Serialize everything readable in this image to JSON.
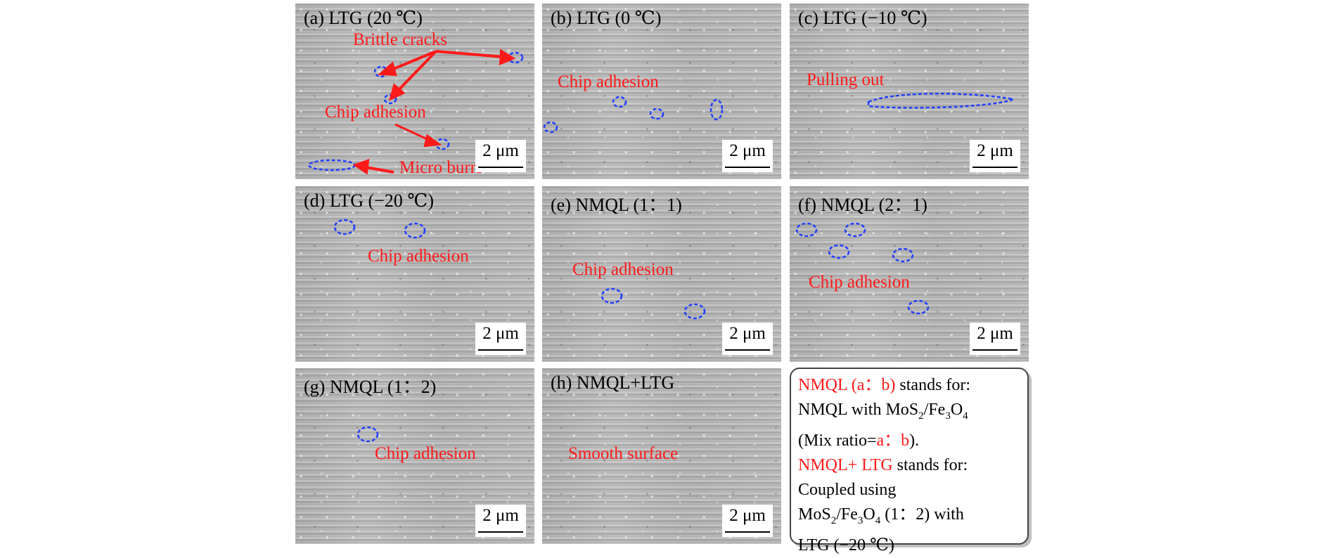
{
  "panels": [
    {
      "label": "(a) LTG (20 ℃)",
      "notes": [
        "Brittle cracks",
        "Chip adhesion",
        "Micro burrs"
      ],
      "scale": "2 μm"
    },
    {
      "label": "(b) LTG (0 ℃)",
      "notes": [
        "Chip adhesion"
      ],
      "scale": "2 μm"
    },
    {
      "label": "(c) LTG (−10 ℃)",
      "notes": [
        "Pulling out"
      ],
      "scale": "2 μm"
    },
    {
      "label": "(d) LTG (−20 ℃)",
      "notes": [
        "Chip adhesion"
      ],
      "scale": "2 μm"
    },
    {
      "label": "(e) NMQL (1：1)",
      "notes": [
        "Chip adhesion"
      ],
      "scale": "2 μm"
    },
    {
      "label": "(f) NMQL (2：1)",
      "notes": [
        "Chip adhesion"
      ],
      "scale": "2 μm"
    },
    {
      "label": "(g) NMQL (1：2)",
      "notes": [
        "Chip adhesion"
      ],
      "scale": "2 μm"
    },
    {
      "label": "(h) NMQL+LTG",
      "notes": [
        "Smooth surface"
      ],
      "scale": "2 μm"
    }
  ],
  "legend": {
    "l1_red": "NMQL (a：b)",
    "l1_black": " stands for:",
    "l2": "NMQL with MoS",
    "l2_sub1": "2",
    "l2_mid": "/Fe",
    "l2_sub2": "3",
    "l2_o": "O",
    "l2_sub3": "4",
    "l3_a": "(Mix ratio=",
    "l3_red": "a：b",
    "l3_b": ").",
    "l4_red": "NMQL+ LTG",
    "l4_black": " stands for:",
    "l5": "Coupled using",
    "l6": "MoS",
    "l6_sub1": "2",
    "l6_mid": "/Fe",
    "l6_sub2": "3",
    "l6_o": "O",
    "l6_sub3": "4",
    "l6_end": " (1：2) with",
    "l7": "LTG (−20 ℃)"
  },
  "colors": {
    "annotation": "#ff1a1a",
    "outline": "#1f3fff"
  }
}
